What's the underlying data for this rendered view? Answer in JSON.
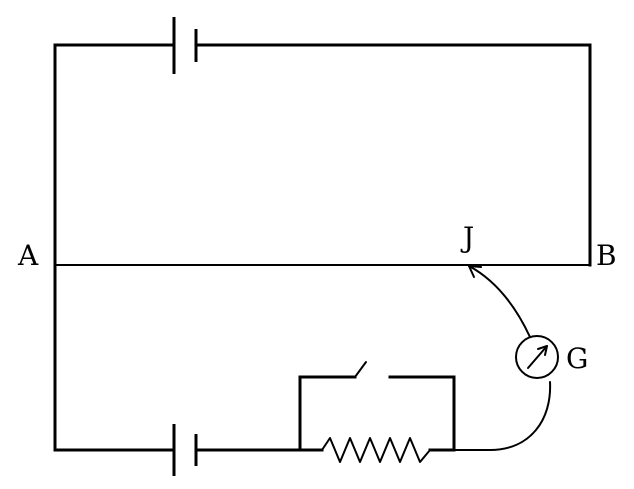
{
  "labels": {
    "point_a": "A",
    "point_b": "B",
    "jockey": "J",
    "galvanometer": "G"
  },
  "components": {
    "driver_cell": "cell-icon",
    "test_cell": "cell-icon",
    "key": "switch-icon",
    "resistor": "resistor-icon",
    "galvanometer": "galvanometer-icon"
  },
  "colors": {
    "stroke": "#000000",
    "background": "#ffffff"
  }
}
